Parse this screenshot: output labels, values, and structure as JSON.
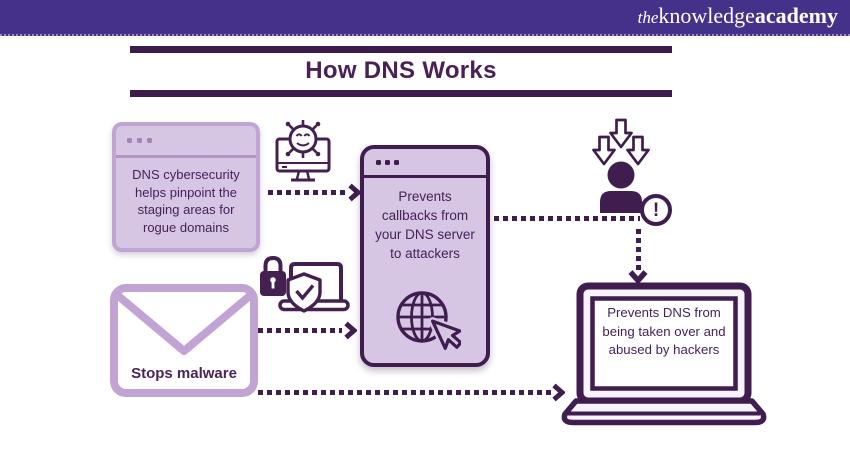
{
  "header": {
    "brand": {
      "the": "the",
      "knowledge": "knowledge",
      "academy": "academy"
    }
  },
  "title": "How DNS Works",
  "cards": {
    "browser": {
      "text": "DNS cybersecurity helps pinpoint the staging areas for rogue domains"
    },
    "server": {
      "text": "Prevents callbacks from your DNS server to attackers"
    },
    "envelope": {
      "label": "Stops malware"
    },
    "laptop": {
      "text": "Prevents DNS from being taken over and abused by hackers"
    },
    "alert": {
      "mark": "!"
    }
  },
  "icons": {
    "window_dots": "ellipsis-icon",
    "monitor_virus": "monitor-virus-icon",
    "secure_laptop": "laptop-lock-shield-icon",
    "globe_cursor": "globe-cursor-icon",
    "person_arrows": "person-incoming-arrows-icon",
    "exclamation": "alert-exclamation-icon"
  },
  "colors": {
    "header_bg": "#453189",
    "rule_purple": "#3d1b4b",
    "title_purple": "#4a2057",
    "dark_purple": "#3f1d4e",
    "icon_purple": "#432050",
    "card_fill": "#d7c6e3",
    "card_border_light": "#c0a4d1",
    "envelope_border": "#c2a4d4",
    "body_text": "#45215a"
  }
}
